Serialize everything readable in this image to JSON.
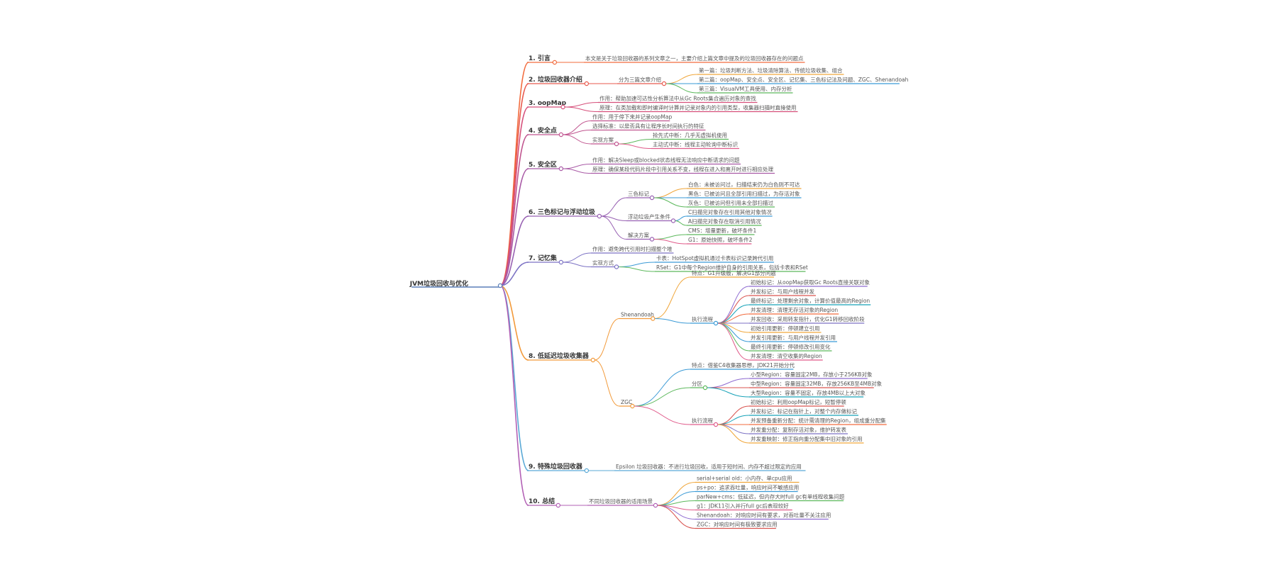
{
  "root": "JVM垃圾回收与优化",
  "branches": [
    {
      "label": "1. 引言",
      "color": "#f26b3d",
      "children": [
        {
          "label": "本文是关于垃圾回收器的系列文章之一，主要介绍上篇文章中提及的垃圾回收器存在的问题点"
        }
      ]
    },
    {
      "label": "2. 垃圾回收器介绍",
      "color": "#e8594d",
      "children": [
        {
          "label": "分为三篇文章介绍",
          "children": [
            {
              "label": "第一篇：垃圾判断方法、垃圾清除算法、传统垃圾收集、组合"
            },
            {
              "label": "第二篇：oopMap、安全点、安全区、记忆集、三色标记法及问题、ZGC、Shenandoah"
            },
            {
              "label": "第三篇：VisualVM工具使用、内存分析"
            }
          ]
        }
      ]
    },
    {
      "label": "3. oopMap",
      "color": "#d64f7a",
      "children": [
        {
          "label": "作用：帮助加速可达性分析算法中从Gc Roots集合遍历对象的查找"
        },
        {
          "label": "原理：在类加载和即时编译时计算并记录对象内的引用类型，收集器扫描时直接使用"
        }
      ]
    },
    {
      "label": "4. 安全点",
      "color": "#c0558f",
      "children": [
        {
          "label": "作用：用于停下来并记录oopMap"
        },
        {
          "label": "选择标准：以是否具有让程序长时间执行的特征"
        },
        {
          "label": "实现方案",
          "children": [
            {
              "label": "抢先式中断：几乎无虚拟机使用"
            },
            {
              "label": "主动式中断：线程主动轮询中断标识"
            }
          ]
        }
      ]
    },
    {
      "label": "5. 安全区",
      "color": "#a95aa6",
      "children": [
        {
          "label": "作用：解决Sleep或blocked状态线程无法响应中断请求的问题"
        },
        {
          "label": "原理：确保某段代码片段中引用关系不变，线程在进入和离开时进行相应处理"
        }
      ]
    },
    {
      "label": "6. 三色标记与浮动垃圾",
      "color": "#9760b2",
      "children": [
        {
          "label": "三色标记",
          "children": [
            {
              "label": "白色：未被访问过，扫描结束仍为白色则不可达"
            },
            {
              "label": "黑色：已被访问且全部引用扫描过，为存活对象"
            },
            {
              "label": "灰色：已被访问但引用未全部扫描过"
            }
          ]
        },
        {
          "label": "浮动垃圾产生条件",
          "children": [
            {
              "label": "C扫描完对象存在引用其他对象情况"
            },
            {
              "label": "A扫描完对象存在取消引用情况"
            }
          ]
        },
        {
          "label": "解决方案",
          "children": [
            {
              "label": "CMS：增量更新，破坏条件1"
            },
            {
              "label": "G1：原始快照，破坏条件2"
            }
          ]
        }
      ]
    },
    {
      "label": "7. 记忆集",
      "color": "#7c72c4",
      "children": [
        {
          "label": "作用：避免跨代引用时扫描整个堆"
        },
        {
          "label": "实现方式",
          "children": [
            {
              "label": "卡表：HotSpot虚拟机通过卡表标识记录跨代引用"
            },
            {
              "label": "RSet：G1中每个Region维护自身的引用关系，包括卡表和RSet"
            }
          ]
        }
      ]
    },
    {
      "label": "8. 低延迟垃圾收集器",
      "color": "#f29a3a",
      "children": [
        {
          "label": "Shenandoah",
          "children": [
            {
              "label": "特点：G1升级版，解决G1部分问题"
            },
            {
              "label": "执行流程",
              "children": [
                {
                  "label": "初始标记：从oopMap获取Gc Roots直接关联对象"
                },
                {
                  "label": "并发标记：与用户线程并发"
                },
                {
                  "label": "最终标记：处理剩余对象，计算价值最高的Region"
                },
                {
                  "label": "并发清理：清理无存活对象的Region"
                },
                {
                  "label": "并发回收：采用转发指针，优化G1转移回收阶段"
                },
                {
                  "label": "初始引用更新：停顿建立引用"
                },
                {
                  "label": "并发引用更新：与用户线程并发引用"
                },
                {
                  "label": "最终引用更新：停顿修改引用变化"
                },
                {
                  "label": "并发清理：清空收集的Region"
                }
              ]
            }
          ]
        },
        {
          "label": "ZGC",
          "children": [
            {
              "label": "特点：借鉴C4收集器思想，JDK21开始分代"
            },
            {
              "label": "分区",
              "children": [
                {
                  "label": "小型Region：容量固定2MB，存放小于256KB对象"
                },
                {
                  "label": "中型Region：容量固定32MB，存放256KB至4MB对象"
                },
                {
                  "label": "大型Region：容量不固定，存放4MB以上大对象"
                }
              ]
            },
            {
              "label": "执行流程",
              "children": [
                {
                  "label": "初始标记：利用oopMap标记，短暂停顿"
                },
                {
                  "label": "并发标记：标记在指针上，对整个内存做标记"
                },
                {
                  "label": "并发预备重新分配：统计需清理的Region，组成重分配集"
                },
                {
                  "label": "并发重分配：复制存活对象，维护转发表"
                },
                {
                  "label": "并发重映射：修正指向重分配集中旧对象的引用"
                }
              ]
            }
          ]
        }
      ]
    },
    {
      "label": "9. 特殊垃圾回收器",
      "color": "#5aa9d6",
      "children": [
        {
          "label": "Epsilon 垃圾回收器：不进行垃圾回收，适用于短时间、内存不超过限定的应用"
        }
      ]
    },
    {
      "label": "10. 总结",
      "color": "#b260b5",
      "children": [
        {
          "label": "不同垃圾回收器的适用场景",
          "children": [
            {
              "label": "serial+serial old：小内存、单cpu应用"
            },
            {
              "label": "ps+po：追求吞吐量，响应时间不敏感应用"
            },
            {
              "label": "parNew+cms：低延迟，但内存大时full gc有单线程收集问题"
            },
            {
              "label": "g1：JDK11引入并行full gc后表现较好"
            },
            {
              "label": "Shenandoah：对响应时间有要求，对吞吐量不关注应用"
            },
            {
              "label": "ZGC：对响应时间有极致要求应用"
            }
          ]
        }
      ]
    }
  ]
}
